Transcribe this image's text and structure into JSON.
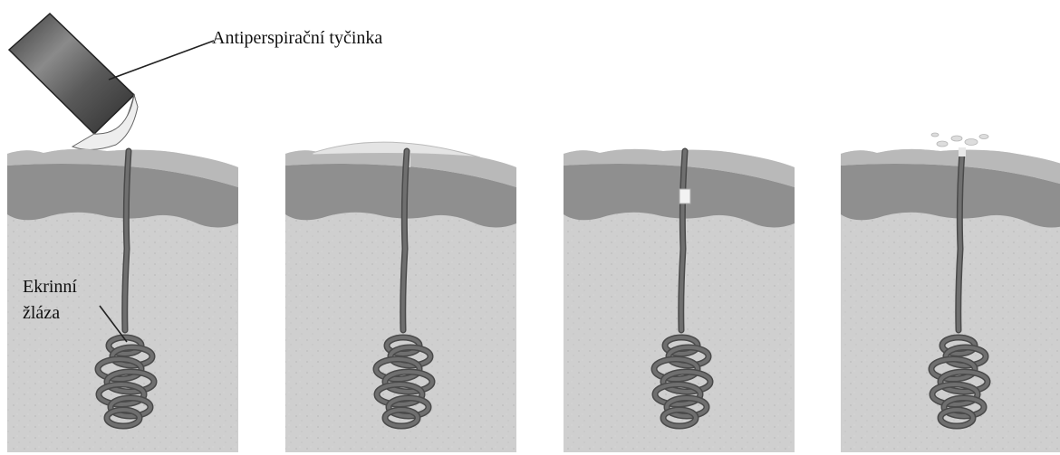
{
  "labels": {
    "stick": "Antiperspirační tyčinka",
    "gland_line1": "Ekrinní",
    "gland_line2": "žláza"
  },
  "panels": [
    {
      "name": "panel-1-application",
      "surface": "stick"
    },
    {
      "name": "panel-2-film",
      "surface": "film"
    },
    {
      "name": "panel-3-plug",
      "surface": "plug"
    },
    {
      "name": "panel-4-wash-off",
      "surface": "flakes"
    }
  ],
  "colors": {
    "tissue": "#cfcfcf",
    "dermis": "#8f8f8f",
    "epidermis": "#b9b9b9",
    "gland": "#6f6f6f",
    "gland_outline": "#4a4a4a",
    "film": "#e4e4e4",
    "plug": "#f2f2f2",
    "stick_body": "#5e5e5e",
    "stick_cap": "#efefef"
  }
}
